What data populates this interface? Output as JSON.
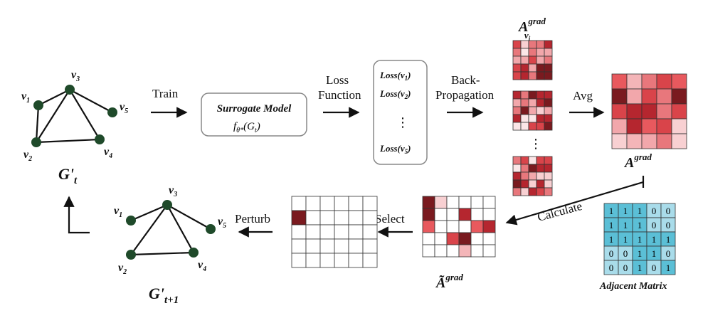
{
  "graph_top": {
    "title": "G'",
    "title_sub": "t",
    "nodes": [
      {
        "id": "v1",
        "label": "v",
        "sub": "1"
      },
      {
        "id": "v2",
        "label": "v",
        "sub": "2"
      },
      {
        "id": "v3",
        "label": "v",
        "sub": "3"
      },
      {
        "id": "v4",
        "label": "v",
        "sub": "4"
      },
      {
        "id": "v5",
        "label": "v",
        "sub": "5"
      }
    ]
  },
  "graph_bottom": {
    "title": "G'",
    "title_sub": "t+1",
    "nodes": [
      {
        "id": "v1",
        "label": "v",
        "sub": "1"
      },
      {
        "id": "v2",
        "label": "v",
        "sub": "2"
      },
      {
        "id": "v3",
        "label": "v",
        "sub": "3"
      },
      {
        "id": "v4",
        "label": "v",
        "sub": "4"
      },
      {
        "id": "v5",
        "label": "v",
        "sub": "5"
      }
    ]
  },
  "steps": {
    "train": "Train",
    "loss_function_line1": "Loss",
    "loss_function_line2": "Function",
    "backprop_line1": "Back-",
    "backprop_line2": "Propagation",
    "avg": "Avg",
    "calculate": "Calculate",
    "select": "Select",
    "perturb": "Perturb"
  },
  "surrogate": {
    "title": "Surrogate Model",
    "formula_f": "f",
    "formula_sub": "θ*",
    "formula_arg": "(G",
    "formula_arg_sub": "t",
    "formula_close": ")"
  },
  "losses": {
    "items": [
      {
        "text": "Loss(v",
        "sub": "1",
        "close": ")"
      },
      {
        "text": "Loss(v",
        "sub": "2",
        "close": ")"
      },
      {
        "text": "Loss(v",
        "sub": "5",
        "close": ")"
      }
    ],
    "ellipsis": "⋮"
  },
  "labels": {
    "a_grad_vi": "A",
    "a_grad_vi_sup": "grad",
    "a_grad_vi_sub": "v",
    "a_grad_vi_subsub": "i",
    "a_grad": "A",
    "a_grad_sup": "grad",
    "a_tilde": "Ã",
    "a_tilde_sup": "grad",
    "vertical_ellipsis": "⋮",
    "adjacent_matrix": "Adjacent Matrix"
  },
  "adjacency": [
    [
      "1",
      "1",
      "1",
      "0",
      "0"
    ],
    [
      "1",
      "1",
      "1",
      "0",
      "0"
    ],
    [
      "1",
      "1",
      "1",
      "1",
      "1"
    ],
    [
      "0",
      "0",
      "1",
      "1",
      "0"
    ],
    [
      "0",
      "0",
      "1",
      "0",
      "1"
    ]
  ],
  "colors": {
    "node": "#1f4a2a",
    "adj_fill": "#5bbfd6",
    "adj_fill_light": "#a9dcea",
    "dark_red": "#7a1a1f",
    "red": "#d9444a",
    "pink": "#f2a7ab",
    "light_pink": "#f8d0d2"
  }
}
